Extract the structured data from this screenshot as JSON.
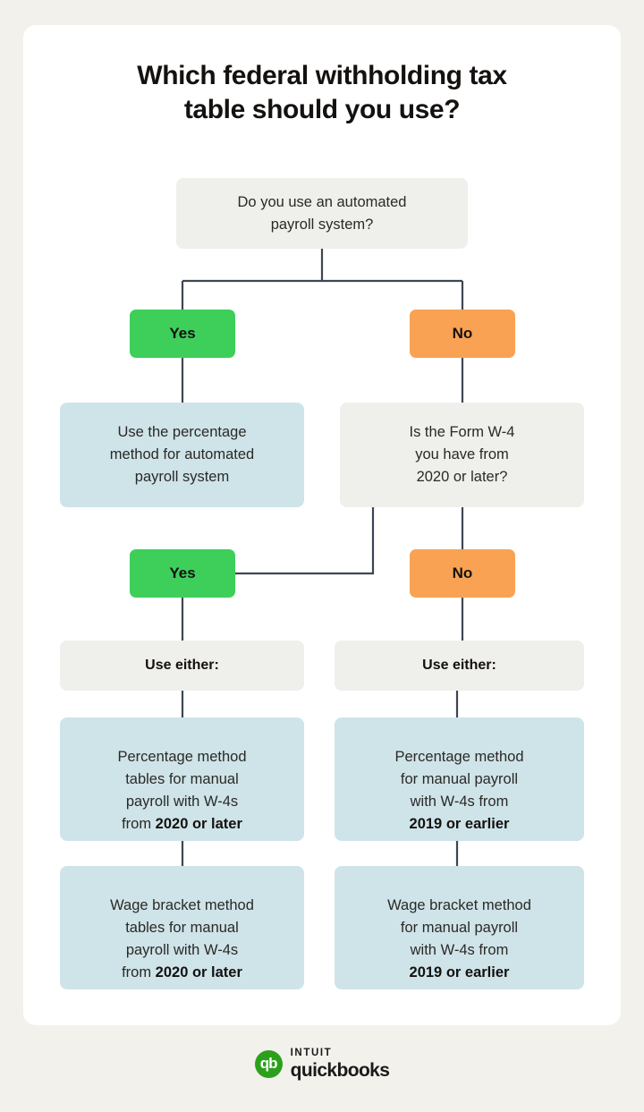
{
  "page": {
    "background_color": "#f2f1ec",
    "card_color": "#ffffff"
  },
  "title": "Which federal withholding tax\ntable should you use?",
  "colors": {
    "yes_green": "#3ecf5a",
    "no_orange": "#f9a254",
    "outcome_blue": "#cee4e9",
    "neutral_gray": "#efefec",
    "connector": "#3d4654",
    "logo_green": "#2ca01c"
  },
  "flow": {
    "root_question": {
      "name": "automated-payroll-question",
      "text": "Do you use an automated\npayroll system?"
    },
    "branch_1": {
      "yes_label": "Yes",
      "no_label": "No"
    },
    "yes_outcome": {
      "name": "percentage-method-automated",
      "text": "Use the percentage\nmethod for automated\npayroll system"
    },
    "no_question": {
      "name": "form-w4-year-question",
      "text": "Is the Form W-4\nyou have from\n2020 or later?"
    },
    "branch_2": {
      "yes_label": "Yes",
      "no_label": "No"
    },
    "use_either_left": "Use either:",
    "use_either_right": "Use either:",
    "outcomes": {
      "left_percentage": {
        "lead": "Percentage method\ntables for manual\npayroll with W-4s\nfrom ",
        "emphasis": "2020 or later"
      },
      "right_percentage": {
        "lead": "Percentage method\nfor manual payroll\nwith W-4s from\n",
        "emphasis": "2019 or earlier"
      },
      "left_wage_bracket": {
        "lead": "Wage bracket method\ntables for manual\npayroll with W-4s\nfrom ",
        "emphasis": "2020 or later"
      },
      "right_wage_bracket": {
        "lead": "Wage bracket method\nfor manual payroll\nwith W-4s from\n",
        "emphasis": "2019 or earlier"
      }
    }
  },
  "footer": {
    "logo_monogram": "qb",
    "brand_top": "INTUIT",
    "brand_bottom": "quickbooks"
  }
}
